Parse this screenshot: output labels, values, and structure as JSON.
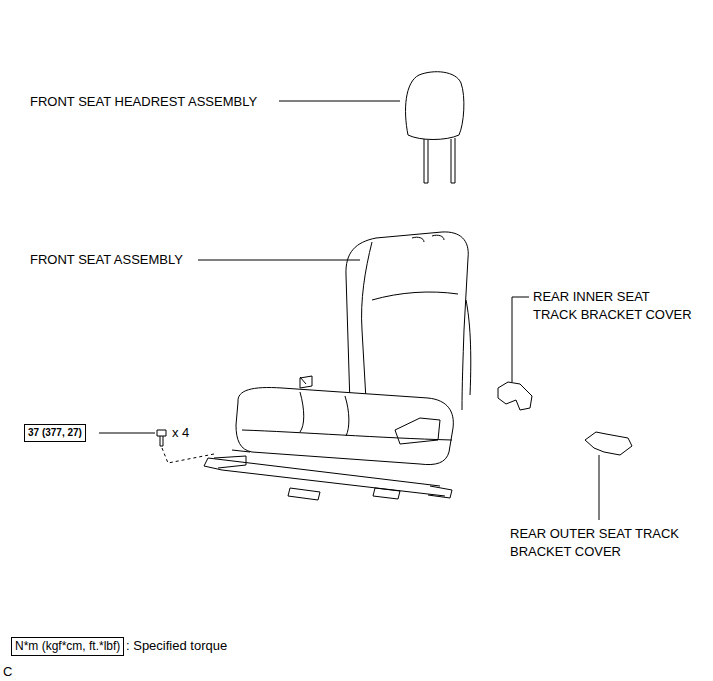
{
  "diagram": {
    "nodes": [
      {
        "text": [
          "37 (377, 27)"
        ]
      },
      {
        "text": [
          "N*m (kgf*cm, ft.*lbf)"
        ]
      }
    ],
    "edges": [],
    "labels": [
      "FRONT SEAT HEADREST ASSEMBLY",
      "FRONT SEAT ASSEMBLY",
      "REAR INNER SEAT TRACK BRACKET COVER",
      "x 4",
      "REAR OUTER SEAT TRACK BRACKET COVER",
      ": Specified torque",
      "C"
    ]
  }
}
